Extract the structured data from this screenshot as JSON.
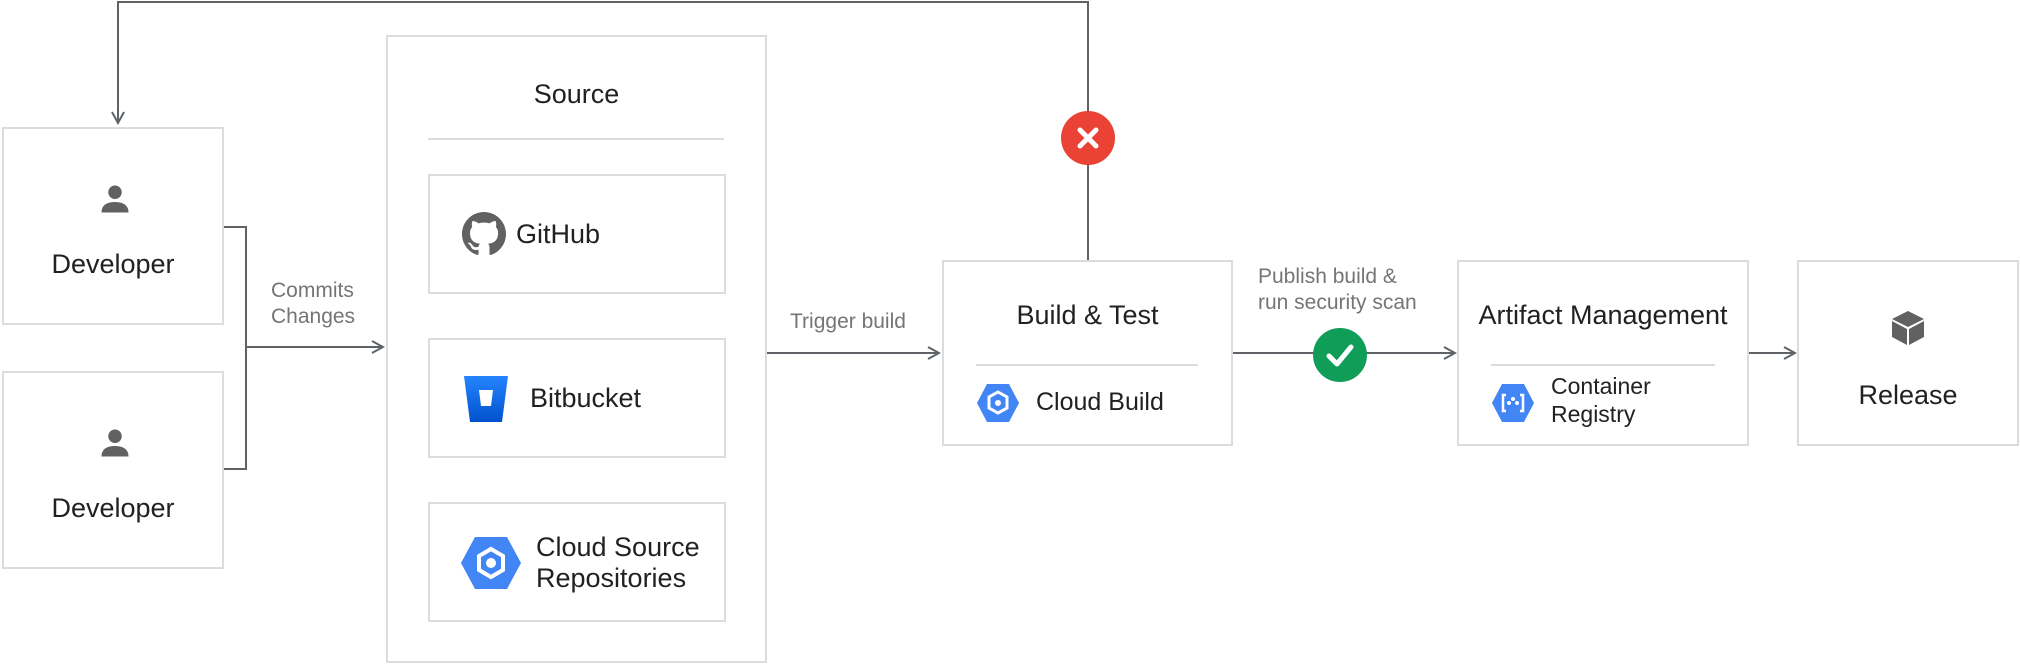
{
  "colors": {
    "line": "#5f6368",
    "box_border": "#dadce0",
    "fail": "#ea4335",
    "success": "#0f9d58",
    "gcp_blue": "#4285f4",
    "bitbucket_blue": "#2684ff",
    "icon_gray": "#616161"
  },
  "developers": [
    {
      "label": "Developer",
      "icon": "person-icon"
    },
    {
      "label": "Developer",
      "icon": "person-icon"
    }
  ],
  "edges": {
    "commits_changes": [
      "Commits",
      "Changes"
    ],
    "trigger_build": "Trigger build",
    "publish_scan": [
      "Publish build &",
      "run security scan"
    ]
  },
  "source": {
    "title": "Source",
    "items": [
      {
        "label": "GitHub",
        "icon": "github-icon"
      },
      {
        "label": "Bitbucket",
        "icon": "bitbucket-icon"
      },
      {
        "label_lines": [
          "Cloud Source",
          "Repositories"
        ],
        "icon": "cloud-source-repositories-icon"
      }
    ]
  },
  "build_test": {
    "title": "Build & Test",
    "tool": "Cloud Build",
    "icon": "cloud-build-icon"
  },
  "artifact_management": {
    "title": "Artifact Management",
    "tool_lines": [
      "Container",
      "Registry"
    ],
    "icon": "container-registry-icon"
  },
  "release": {
    "label": "Release",
    "icon": "package-icon"
  },
  "status": {
    "fail": "fail-icon",
    "success": "success-icon"
  }
}
